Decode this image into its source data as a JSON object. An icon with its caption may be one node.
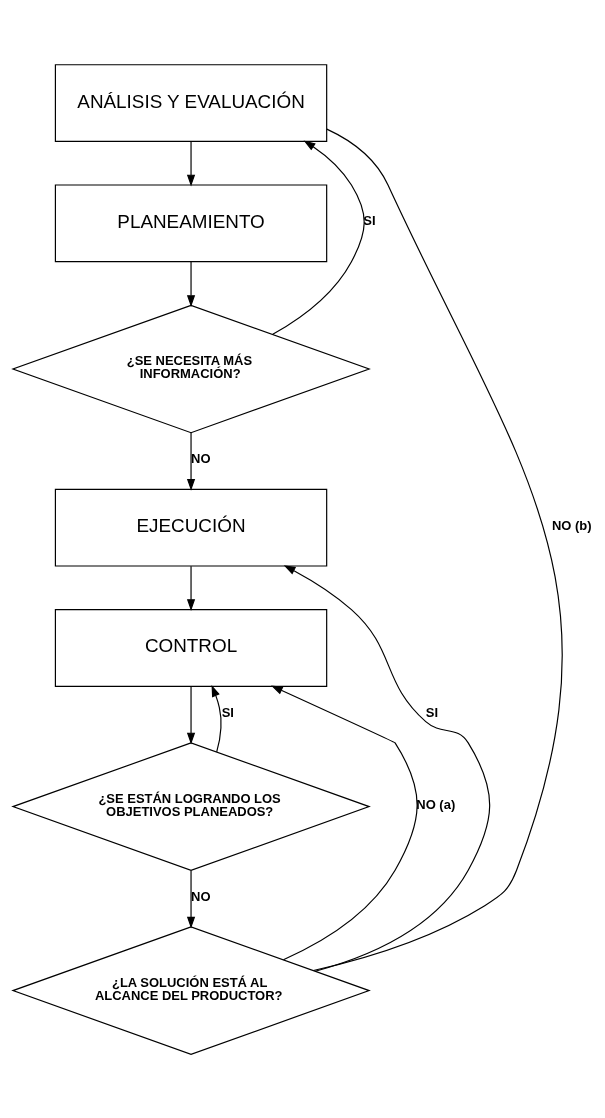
{
  "diagram": {
    "nodes": [
      {
        "text": [
          "ANÁLISIS Y EVALUACIÓN"
        ]
      },
      {
        "text": [
          "PLANEAMIENTO"
        ]
      },
      {
        "text": [
          "¿SE NECESITA MÁS INFORMACIÓN?"
        ]
      },
      {
        "text": [
          "EJECUCIÓN"
        ]
      },
      {
        "text": [
          "CONTROL"
        ]
      },
      {
        "text": [
          "¿SE ESTÁN LOGRANDO LOS OBJETIVOS PLANEADOS?"
        ]
      },
      {
        "text": [
          "¿LA SOLUCIÓN ESTÁ AL ALCANCE DEL PRODUCTOR?"
        ]
      }
    ],
    "edges": [
      {
        "from": 0,
        "to": 1,
        "arrow": "to"
      },
      {
        "from": 1,
        "to": 2,
        "arrow": "to"
      },
      {
        "from": 2,
        "to": 0,
        "arrow": "to",
        "label": "SI"
      },
      {
        "from": 2,
        "to": 3,
        "arrow": "to",
        "label": "NO"
      },
      {
        "from": 3,
        "to": 4,
        "arrow": "to"
      },
      {
        "from": 4,
        "to": 5,
        "arrow": "to"
      },
      {
        "from": 5,
        "to": 4,
        "arrow": "to",
        "label": "SI"
      },
      {
        "from": 5,
        "to": 6,
        "arrow": "to",
        "label": "NO"
      },
      {
        "from": 6,
        "to": 0,
        "arrow": "none",
        "label": "NO (b)"
      },
      {
        "from": 6,
        "to": 4,
        "arrow": "to",
        "label": "NO (a)"
      },
      {
        "from": 6,
        "to": 3,
        "arrow": "to",
        "label": "SI"
      }
    ]
  }
}
